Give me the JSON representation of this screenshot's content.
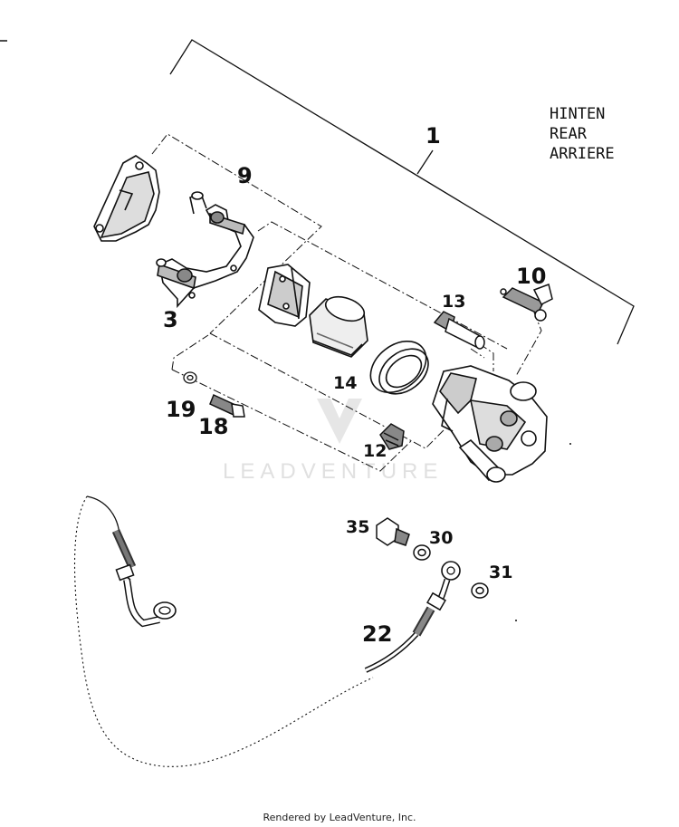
{
  "diagram": {
    "heading_lines": [
      "HINTEN",
      "REAR",
      "ARRIERE"
    ],
    "callouts": {
      "c1": "1",
      "c3": "3",
      "c9": "9",
      "c10": "10",
      "c12": "12",
      "c13": "13",
      "c14": "14",
      "c18": "18",
      "c19": "19",
      "c22": "22",
      "c30": "30",
      "c31": "31",
      "c35": "35"
    },
    "watermark": "LEADVENTURE",
    "footer": "Rendered by LeadVenture, Inc."
  }
}
